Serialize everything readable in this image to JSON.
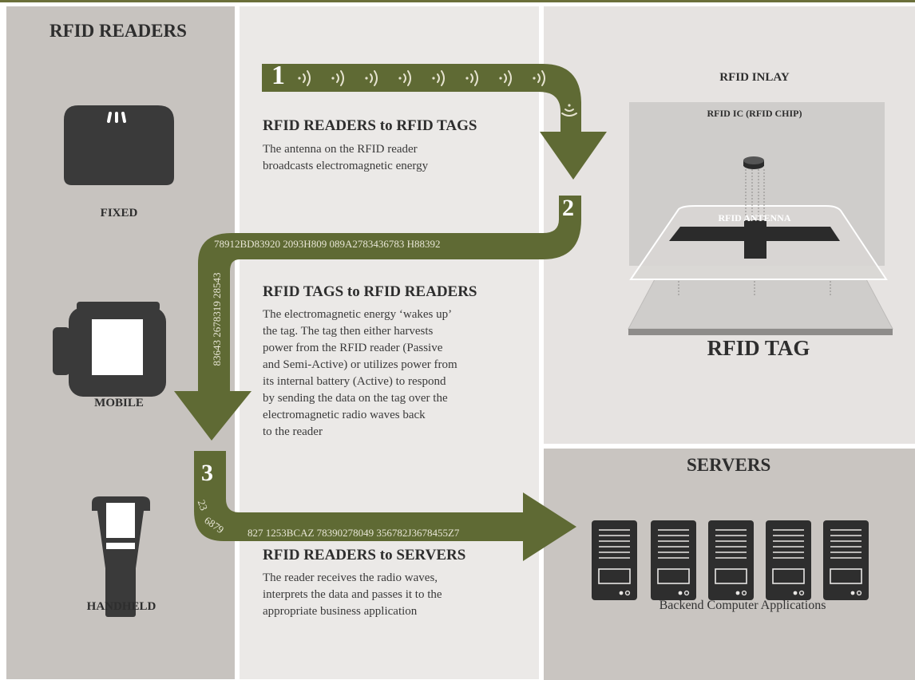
{
  "readers": {
    "title": "RFID READERS",
    "fixed": "FIXED",
    "mobile": "MOBILE",
    "handheld": "HANDHELD"
  },
  "steps": [
    {
      "number": "1",
      "title": "RFID READERS to RFID TAGS",
      "lines": [
        "The antenna  on the RFID reader",
        "broadcasts electromagnetic energy"
      ]
    },
    {
      "number": "2",
      "title": "RFID TAGS  to RFID READERS",
      "lines": [
        "The electromagnetic energy  ‘wakes up’",
        "the tag. The tag then either harvests",
        "power from the RFID reader  (Passive",
        "and Semi-Active) or utilizes power from",
        "its internal battery (Active) to respond",
        "by sending the data on the tag over the",
        "electromagnetic radio waves  back",
        "to the reader"
      ],
      "data_h": "78912BD83920 2093H809 089A2783436783 H88392",
      "data_v": "83643 2678319 28543"
    },
    {
      "number": "3",
      "title": "RFID READERS  to SERVERS",
      "lines": [
        "The reader  receives  the radio waves,",
        "interprets the data and passes it to the",
        "appropriate business  application"
      ],
      "data_a": "23",
      "data_b": "6879",
      "data_h": "827 1253BCAZ 78390278049 356782J3678455Z7"
    }
  ],
  "inlay": {
    "title": "RFID INLAY",
    "chip": "RFID IC (RFID CHIP)",
    "antenna": "RFID ANTENNA",
    "tag": "RFID TAG"
  },
  "servers": {
    "title": "SERVERS",
    "caption": "Backend  Computer Applications"
  },
  "colors": {
    "arrow": "#5f6a34",
    "left_panel": "#c7c3bf",
    "middle_panel": "#ebe9e7",
    "inlay_panel": "#e6e3e1",
    "servers_panel": "#c9c5c1",
    "device": "#3a3a3a"
  },
  "icons": [
    "wifi-signal-icon",
    "fixed-reader-icon",
    "mobile-reader-icon",
    "handheld-reader-icon",
    "server-icon"
  ]
}
